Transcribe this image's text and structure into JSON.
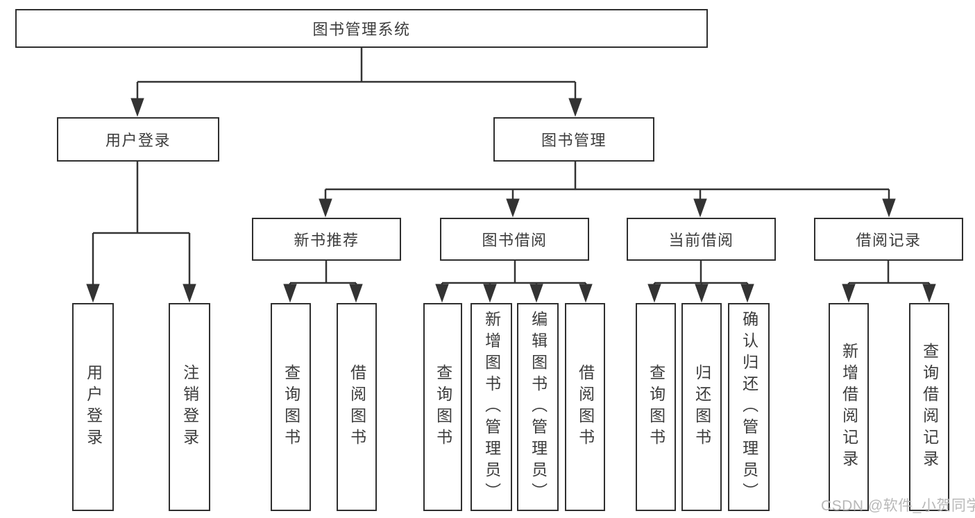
{
  "diagram": {
    "root": {
      "label": "图书管理系统"
    },
    "branches": [
      {
        "label": "用户登录",
        "leaves": [
          "用户登录",
          "注销登录"
        ]
      },
      {
        "label": "图书管理",
        "groups": [
          {
            "label": "新书推荐",
            "leaves": [
              "查询图书",
              "借阅图书"
            ]
          },
          {
            "label": "图书借阅",
            "leaves": [
              "查询图书",
              "新增图书（管理员）",
              "编辑图书（管理员）",
              "借阅图书"
            ]
          },
          {
            "label": "当前借阅",
            "leaves": [
              "查询图书",
              "归还图书",
              "确认归还（管理员）"
            ]
          },
          {
            "label": "借阅记录",
            "leaves": [
              "新增借阅记录",
              "查询借阅记录"
            ]
          }
        ]
      }
    ]
  },
  "watermark": "CSDN @软件_小贺同学",
  "colors": {
    "line": "#333333",
    "box_border": "#2f2f2f",
    "text": "#3c3c3c",
    "watermark_text": "#b8b8b8",
    "background": "#ffffff"
  }
}
